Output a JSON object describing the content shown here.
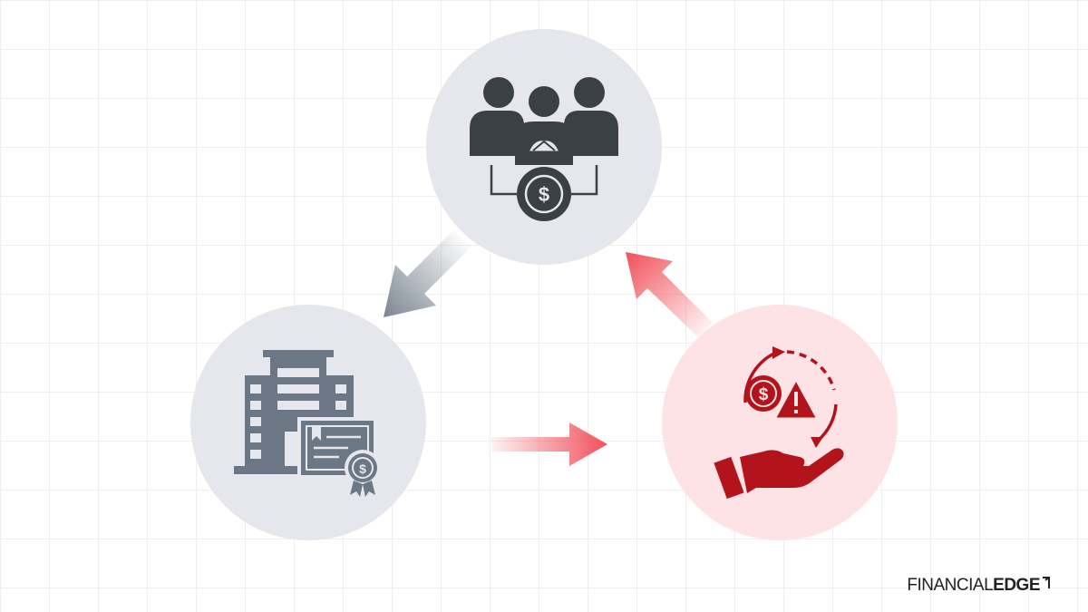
{
  "colors": {
    "background": "#ffffff",
    "grid": "#efefef",
    "neutral_circle": "#e6e7ec",
    "risk_circle": "#fde3e5",
    "dark_icon": "#3a4046",
    "slate_icon": "#6b7785",
    "red_icon": "#b3141c",
    "gray_arrow": "#7d8792",
    "red_arrow": "#f0505a"
  },
  "nodes": [
    {
      "id": "investors",
      "icon": "investors-money-bag-icon"
    },
    {
      "id": "company",
      "icon": "building-certificate-icon"
    },
    {
      "id": "risk",
      "icon": "risk-cycle-hand-icon"
    }
  ],
  "arrows": [
    {
      "from": "investors",
      "to": "company",
      "style": "gray"
    },
    {
      "from": "company",
      "to": "risk",
      "style": "red"
    },
    {
      "from": "risk",
      "to": "investors",
      "style": "red"
    }
  ],
  "brand": {
    "part1": "FINANCIAL",
    "part2": "EDGE"
  }
}
